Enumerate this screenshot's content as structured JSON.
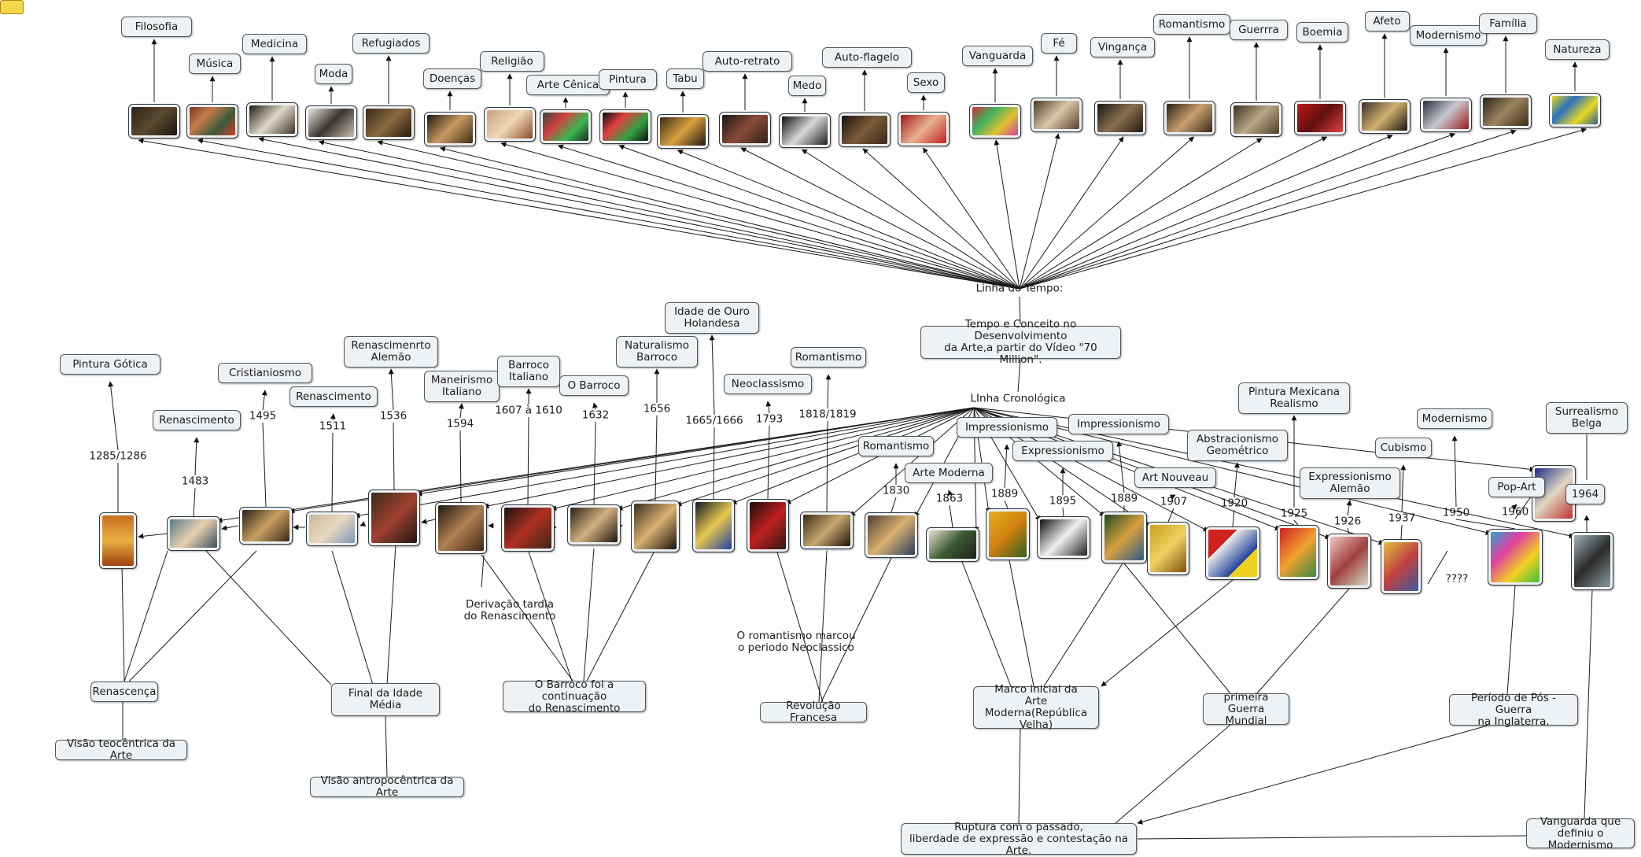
{
  "corner_icon": "a",
  "upper": {
    "root": "Linha do Tempo:",
    "concepts": [
      "Filosofia",
      "Música",
      "Medicina",
      "Moda",
      "Refugiados",
      "Doenças",
      "Religião",
      "Arte Cênica",
      "Pintura",
      "Tabu",
      "Auto-retrato",
      "Medo",
      "Auto-flagelo",
      "Sexo",
      "Vanguarda",
      "Fé",
      "Vingança",
      "Romantismo",
      "Guerrra",
      "Boemia",
      "Afeto",
      "Modernismo",
      "Família",
      "Natureza"
    ]
  },
  "center": {
    "theme": "Tempo e Conceito no Desenvolvimento\nda Arte,a partir do Vídeo \"70 Million\".",
    "timeline": "LInha Cronológica"
  },
  "movements": [
    "Pintura Gótica",
    "Renascimento",
    "Cristianiosmo",
    "Renascimento",
    "Renascimenrto\nAlemão",
    "Maneirismo\nItaliano",
    "Barroco\nItaliano",
    "O Barroco",
    "Naturalismo\nBarroco",
    "Idade de Ouro\nHolandesa",
    "Neoclassismo",
    "Romantismo",
    "Romantismo",
    "Arte Moderna",
    "Impressionismo",
    "Impressionismo",
    "Expressionismo",
    "Art Nouveau",
    "Abstracionismo\nGeométrico",
    "Pintura Mexicana\nRealismo",
    "Expressionismo\nAlemão",
    "Cubismo",
    "Modernismo",
    "Surrealismo\nBelga",
    "Pop-Art",
    "1964"
  ],
  "years": [
    "1285/1286",
    "1483",
    "1495",
    "1511",
    "1536",
    "1594",
    "1607 à 1610",
    "1632",
    "1656",
    "1665/1666",
    "1793",
    "1818/1819",
    "1830",
    "1863",
    "1889",
    "1895",
    "1889",
    "1907",
    "1920",
    "1925",
    "1926",
    "1937",
    "1950",
    "1960"
  ],
  "notes": {
    "derivacao": "Derivação tardia\ndo Renascimento",
    "romantismo_note": "O romantismo marcou\no periodo Neoclassico",
    "question": "????"
  },
  "bottom": {
    "renascenca": "Renascença",
    "visao_teo": "Visão teocêntrica da Arte",
    "final_idade": "Final da Idade Média",
    "visao_antro": "Visão antropocêntrica da Arte",
    "barroco_cont": "O Barroco foi a continuação\ndo Renascimento",
    "revolucao": "Revolução Francesa",
    "marco": "Marco inicial da\nArte Moderna(República\nVelha)",
    "guerra": "primeira Guerra\nMundial",
    "pos_guerra": "Período de Pós -Guerra\nna Inglaterra.",
    "ruptura": "Ruptura com o passado,\nliberdade de expressão e contestação na Arte.",
    "vanguarda": "Vanguarda que\ndefiniu o Modernismo"
  },
  "colors": {
    "node_bg": "#eef2f4",
    "node_border": "#505a5e",
    "edge": "#1a1a1a"
  }
}
